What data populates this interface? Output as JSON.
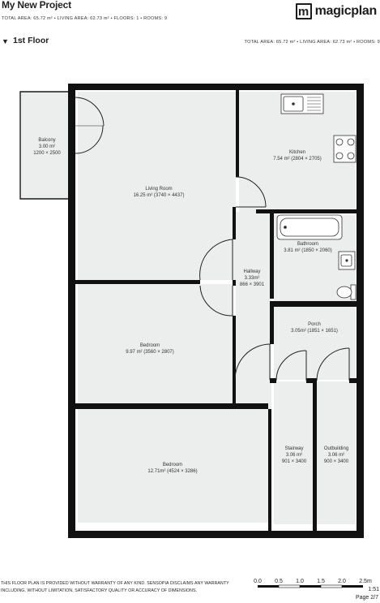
{
  "project": {
    "title": "My New Project",
    "summary": "TOTAL AREA: 65.72 m² • LIVING AREA: 62.73 m² • FLOORS: 1 • ROOMS: 9"
  },
  "logo": {
    "mark": "m",
    "text": "magicplan"
  },
  "floor": {
    "toggle_icon": "▼",
    "name": "1st Floor",
    "summary": "TOTAL AREA: 65.72 m² • LIVING AREA: 62.73 m² • ROOMS: 9"
  },
  "rooms": {
    "balcony": {
      "name": "Balcony",
      "area": "3.00 m²",
      "dims": "1200 × 2500"
    },
    "living_room": {
      "name": "Living Room",
      "area": "16.25 m² (3740 × 4437)"
    },
    "kitchen": {
      "name": "Kitchen",
      "area": "7.54 m² (2804 × 2705)"
    },
    "bathroom": {
      "name": "Bathroom",
      "area": "3.81 m² (1850 × 2060)"
    },
    "hallway": {
      "name": "Hallway",
      "area": "3.33m²",
      "dims": "866 × 3901"
    },
    "porch": {
      "name": "Porch",
      "area": "3.05m² (1851 × 1651)"
    },
    "bedroom_1": {
      "name": "Bedroom",
      "area": "9.97 m² (3560 × 2807)"
    },
    "bedroom_2": {
      "name": "Bedroom",
      "area": "12.71m² (4524 × 3286)"
    },
    "stairway": {
      "name": "Stairway",
      "area": "3.06 m²",
      "dims": "901 × 3400"
    },
    "outbuilding": {
      "name": "Outbuilding",
      "area": "3.06 m²",
      "dims": "900 × 3400"
    }
  },
  "footer": {
    "disclaimer": "THIS FLOOR PLAN IS PROVIDED WITHOUT WARRANTY OF ANY KIND. SENSOPIA DISCLAIMS ANY WARRANTY INCLUDING, WITHOUT LIMITATION, SATISFACTORY QUALITY OR ACCURACY OF DIMENSIONS.",
    "scale_labels": [
      "0.0",
      "0.5",
      "1.0",
      "1.5",
      "2.0",
      "2.5m"
    ],
    "scale_ratio": "1:51",
    "page": "Page 2/7"
  }
}
